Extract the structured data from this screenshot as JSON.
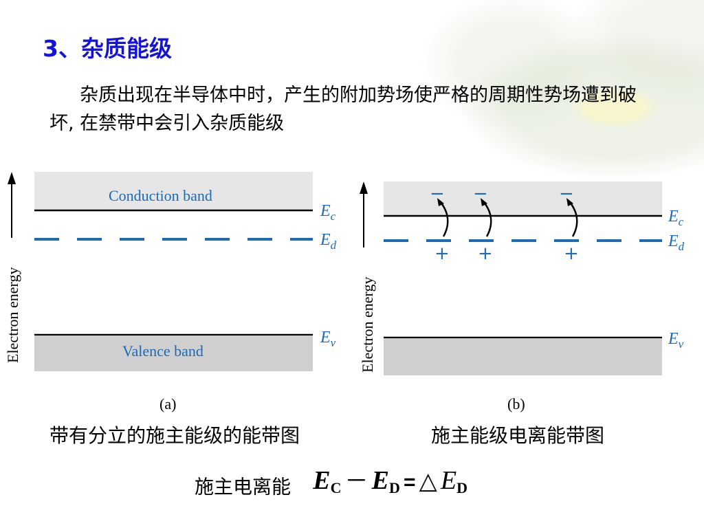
{
  "slide": {
    "title": "3、杂质能级",
    "paragraph": "杂质出现在半导体中时，产生的附加势场使严格的周期性势场遭到破坏, 在禁带中会引入杂质能级"
  },
  "figure_a": {
    "y_axis_label": "Electron energy",
    "conduction_band_label": "Conduction band",
    "valence_band_label": "Valence band",
    "ec_label": "E",
    "ec_sub": "c",
    "ed_label": "E",
    "ed_sub": "d",
    "ev_label": "E",
    "ev_sub": "v",
    "panel_label": "(a)",
    "caption": "带有分立的施主能级的能带图"
  },
  "figure_b": {
    "y_axis_label": "Electron energy",
    "ec_label": "E",
    "ec_sub": "c",
    "ed_label": "E",
    "ed_sub": "d",
    "ev_label": "E",
    "ev_sub": "v",
    "electron_mark": "−",
    "ion_mark": "+",
    "panel_label": "(b)",
    "caption": "施主能级电离能带图"
  },
  "formula": {
    "label": "施主电离能",
    "ec": "E",
    "ec_sub": "C",
    "minus": "－",
    "ed": "E",
    "ed_sub": "D",
    "equals": "=",
    "delta": "△",
    "de": "E",
    "de_sub": "D"
  },
  "colors": {
    "title": "#1414d6",
    "band_fill": "#e6e6e6",
    "valence_fill": "#cfcfcf",
    "donor_level": "#1e6ab4",
    "label_blue": "#1e6ab4"
  }
}
